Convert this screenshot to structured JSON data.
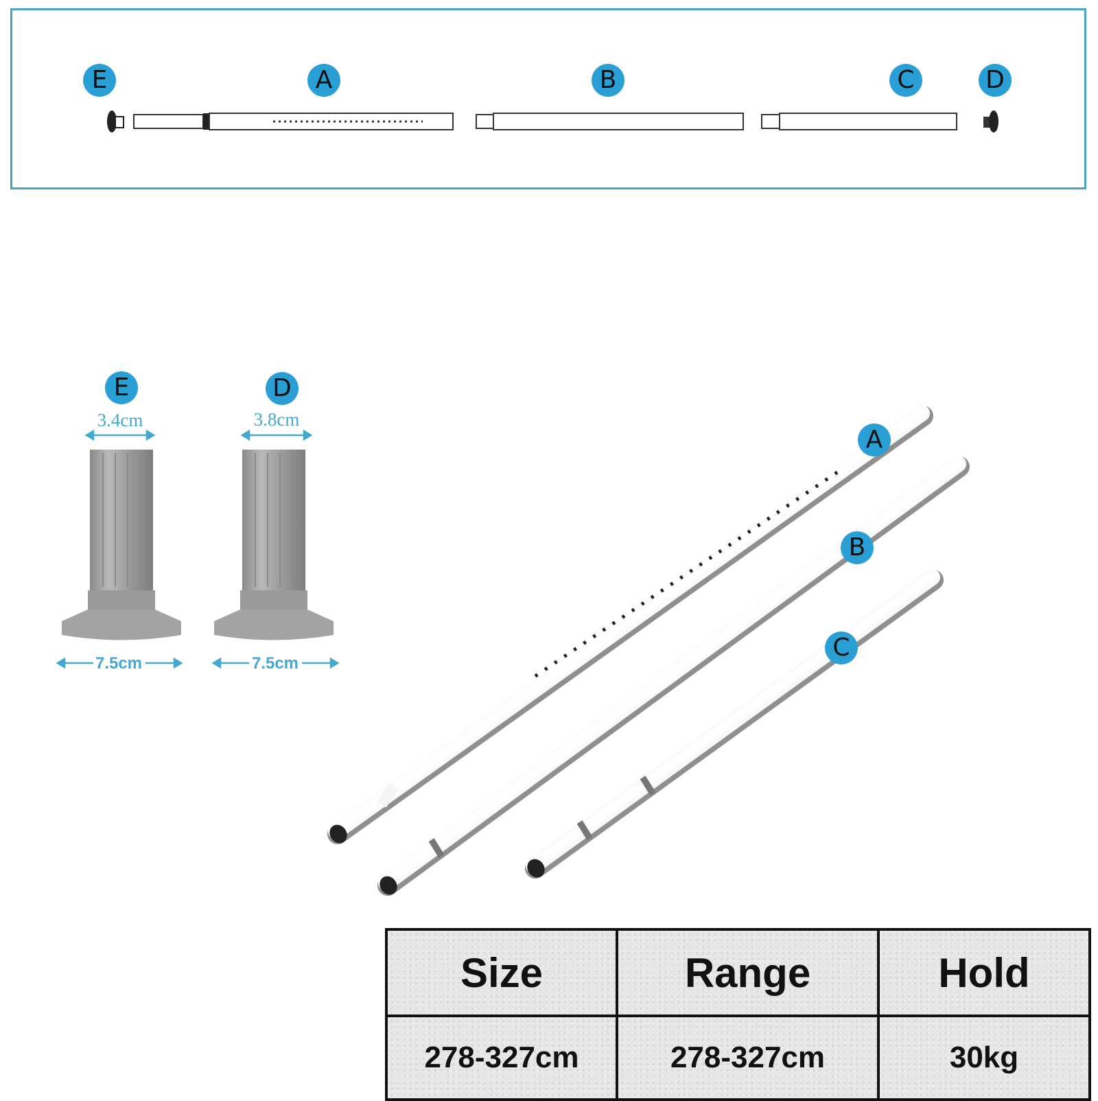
{
  "top_diagram": {
    "labels": {
      "e": "E",
      "a": "A",
      "b": "B",
      "c": "C",
      "d": "D"
    }
  },
  "feet": {
    "e": {
      "label": "E",
      "top_width": "3.4cm",
      "base_width": "7.5cm"
    },
    "d": {
      "label": "D",
      "top_width": "3.8cm",
      "base_width": "7.5cm"
    }
  },
  "poles": {
    "a": "A",
    "b": "B",
    "c": "C"
  },
  "specs": {
    "headers": [
      "Size",
      "Range",
      "Hold"
    ],
    "values": [
      "278-327cm",
      "278-327cm",
      "30kg"
    ]
  },
  "colors": {
    "badge": "#2a9fd6",
    "dimension": "#45a8cf",
    "frame": "#4aa3c4",
    "foot": "#9a9a9a"
  }
}
